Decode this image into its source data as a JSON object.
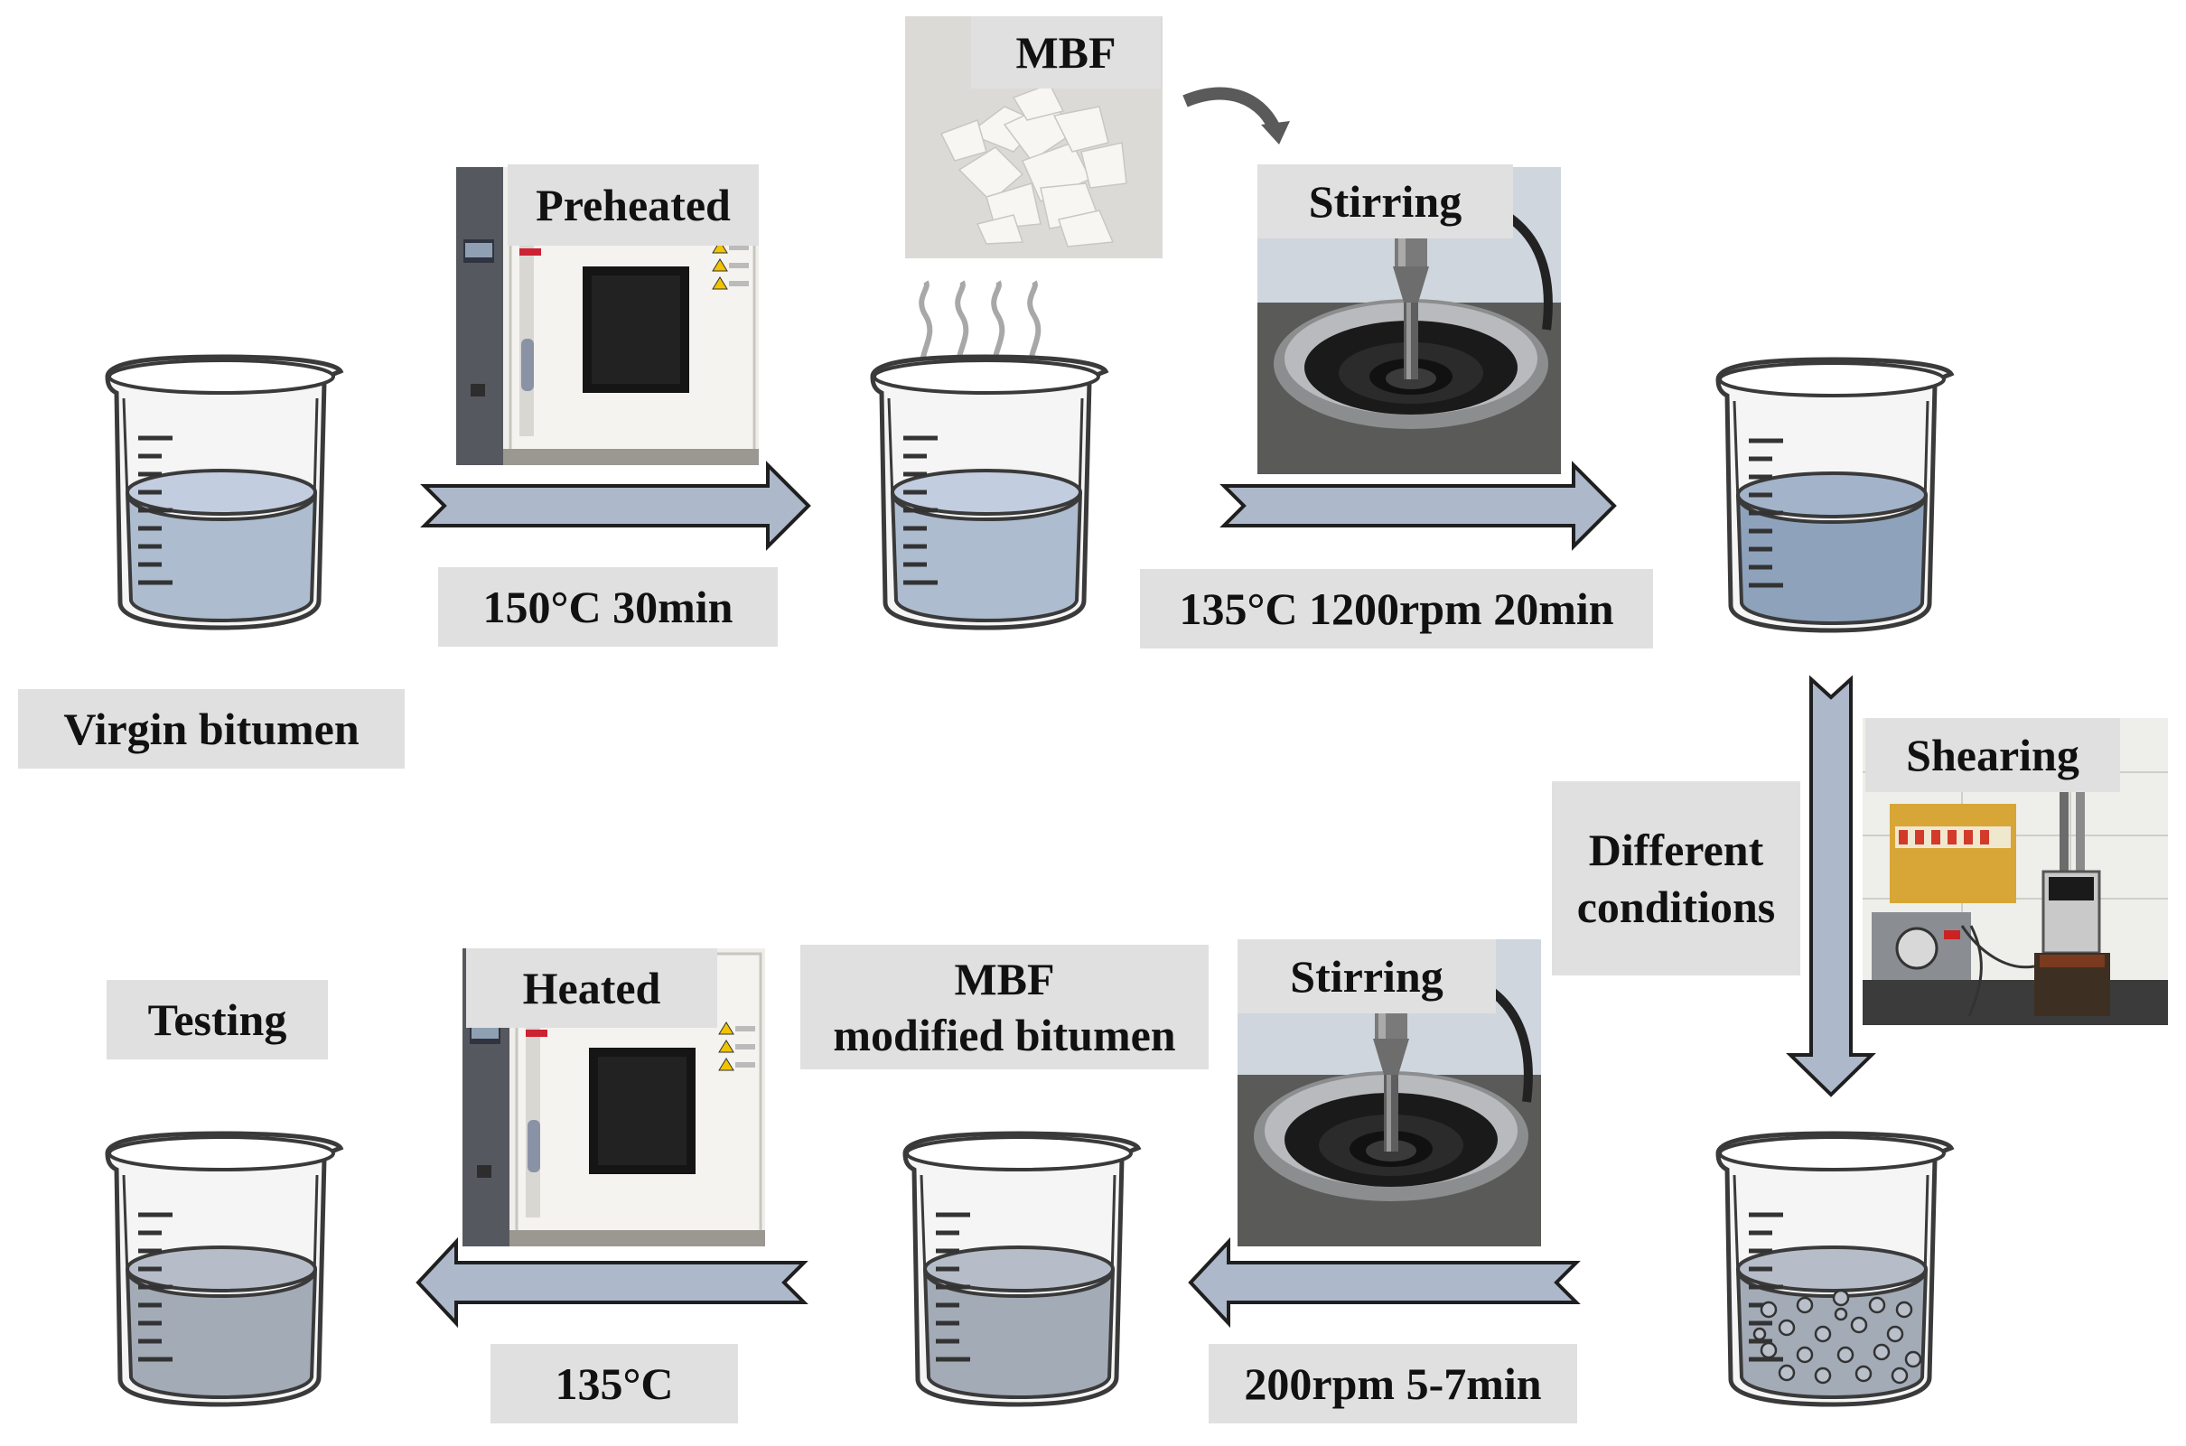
{
  "labels": {
    "mbf_top": "MBF",
    "preheated": "Preheated",
    "stirring_top": "Stirring",
    "preheat_cond": "150°C  30min",
    "stir_cond": "135°C  1200rpm 20min",
    "virgin": "Virgin bitumen",
    "shearing": "Shearing",
    "different_line1": "Different",
    "different_line2": "conditions",
    "testing": "Testing",
    "heated": "Heated",
    "mbf_mod_line1": "MBF",
    "mbf_mod_line2": "modified bitumen",
    "stirring_bottom": "Stirring",
    "heat_cond": "135°C",
    "stir2_cond": "200rpm 5-7min"
  },
  "colors": {
    "arrow_fill": "#adb9ca",
    "arrow_stroke": "#1f1f1f",
    "beaker_stroke": "#3a3a3a",
    "virgin_fill": "#aebcd0",
    "stirred_fill": "#8ea2bb",
    "modified_fill": "#a3abb7",
    "label_bg": "#e0e0e0"
  },
  "icons": {
    "beaker": "beaker-icon",
    "oven": "oven-photo",
    "mixer": "mixer-photo",
    "shear": "shear-photo",
    "fiber": "fiber-photo",
    "steam": "steam-icon",
    "curve_arrow": "curved-arrow-icon"
  }
}
